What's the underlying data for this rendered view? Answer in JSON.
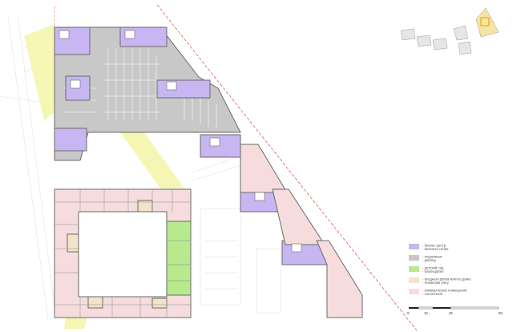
{
  "colors": {
    "business": "#c8b6f2",
    "parking": "#c8c8c8",
    "kindergarten": "#b6ea8c",
    "residential_entry": "#f1e4c8",
    "commercial": "#f6dcdc",
    "pedestrian": "#f4f5a8",
    "walls": "#6a6a6a",
    "red_line": "#d94a4a",
    "locator_highlight": "#f0b820"
  },
  "legend": [
    {
      "key": "business",
      "line1": "- бизнес центр",
      "line2": "- business center"
    },
    {
      "key": "parking",
      "line1": "- подземная",
      "line2": "- parking"
    },
    {
      "key": "kindergarten",
      "line1": "- детский сад",
      "line2": "- kindergarten"
    },
    {
      "key": "residential_entry",
      "line1": "- входная группа жилого дома",
      "line2": "- residential entry"
    },
    {
      "key": "commercial",
      "line1": "- коммерческие помещения",
      "line2": "- commercial"
    }
  ],
  "scale": {
    "ticks": [
      "0",
      "10",
      "25",
      "50"
    ],
    "values": [
      0,
      10,
      25,
      50
    ]
  }
}
